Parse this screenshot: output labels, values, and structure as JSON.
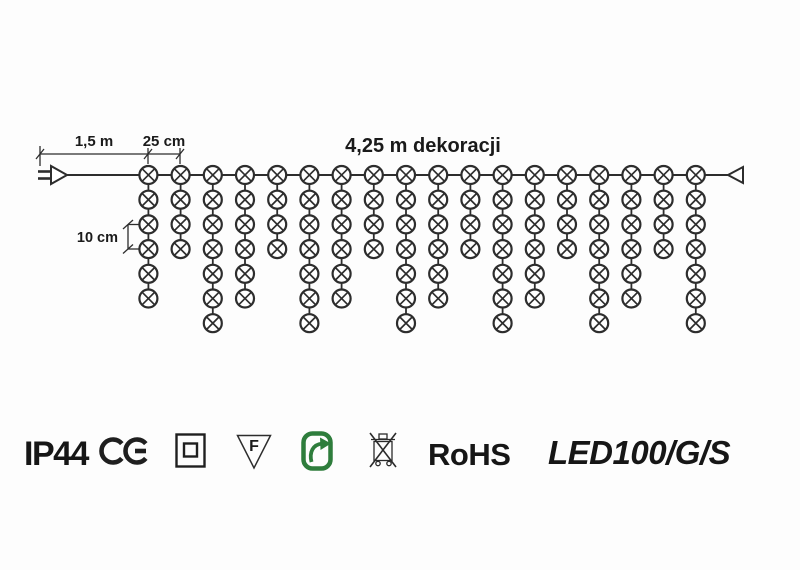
{
  "title": "LED icicle light curtain product diagram",
  "diagram": {
    "drops": [
      6,
      4,
      7,
      6,
      4,
      7,
      6,
      4,
      7,
      6,
      4,
      7,
      6,
      4,
      7,
      6,
      4,
      7
    ],
    "total_bulbs": 102,
    "labels": {
      "lead_length": "1,5 m",
      "drop_spacing": "25 cm",
      "bulb_spacing": "10 cm",
      "decoration_length": "4,25 m dekoracji"
    },
    "icons": {
      "left_end": "power-plug",
      "right_end": "end-connector-triangle",
      "bulb_symbol": "circle-with-cross-lamp"
    }
  },
  "footer": {
    "ip_rating": "IP44",
    "f_mark_letter": "F",
    "rohs_label": "RoHS",
    "model_label": "LED100/G/S",
    "icons": {
      "ce": "ce-mark",
      "class2": "class-ii-double-square",
      "f_mark": "f-mark-triangle",
      "recycling": "green-recycling-arrow",
      "weee": "weee-crossed-out-bin"
    }
  },
  "colors": {
    "line": "#2d2d2d",
    "green": "#2e7d3c",
    "background": "#fdfdfd"
  }
}
